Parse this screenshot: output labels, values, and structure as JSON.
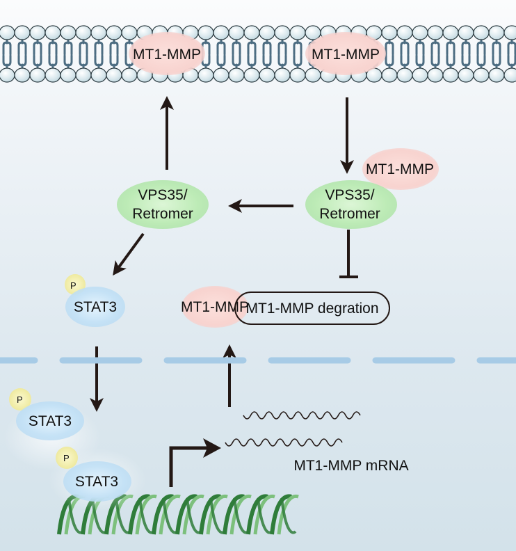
{
  "colors": {
    "background_top": "#fbfcfd",
    "background_bottom": "#d3e2ea",
    "lipid_head": "#dbe9ee",
    "lipid_tail": "#4d6d82",
    "mt1mmp_fill": "#f9d6d3",
    "vps35_fill": "#bdebb8",
    "stat3_fill": "#c7e3f6",
    "phospho_fill": "#f4f0a6",
    "nuclear_envelope": "#a7cbe6",
    "arrow": "#231815",
    "dna_dark": "#2f7d3a",
    "dna_light": "#7cc07c"
  },
  "membrane": {
    "proteins": [
      {
        "id": "mt1mmp-membrane-left",
        "label": "MT1-MMP"
      },
      {
        "id": "mt1mmp-membrane-right",
        "label": "MT1-MMP"
      }
    ]
  },
  "nodes": {
    "vps35_left": {
      "line1": "VPS35/",
      "line2": "Retromer"
    },
    "vps35_right": {
      "line1": "VPS35/",
      "line2": "Retromer"
    },
    "mt1mmp_bound": {
      "label": "MT1-MMP"
    },
    "stat3_cytoplasm": {
      "label": "STAT3",
      "phospho": "P"
    },
    "mt1mmp_cytoplasm": {
      "label": "MT1-MMP"
    },
    "degradation": {
      "label": "MT1-MMP degration"
    },
    "stat3_nuclear_1": {
      "label": "STAT3",
      "phospho": "P"
    },
    "stat3_nuclear_2": {
      "label": "STAT3",
      "phospho": "P"
    },
    "mrna": {
      "label": "MT1-MMP mRNA"
    }
  },
  "edges": [
    {
      "from": "mt1mmp-membrane-right",
      "to": "vps35_right",
      "type": "activation"
    },
    {
      "from": "vps35_right",
      "to": "vps35_left",
      "type": "activation"
    },
    {
      "from": "vps35_left",
      "to": "mt1mmp-membrane-left",
      "type": "activation"
    },
    {
      "from": "vps35_left",
      "to": "stat3_cytoplasm",
      "type": "activation"
    },
    {
      "from": "vps35_right",
      "to": "degradation",
      "type": "inhibition"
    },
    {
      "from": "stat3_cytoplasm",
      "to": "stat3_nuclear_1",
      "type": "activation"
    },
    {
      "from": "dna",
      "to": "mrna",
      "type": "transcription"
    },
    {
      "from": "mrna",
      "to": "mt1mmp_cytoplasm",
      "type": "activation"
    }
  ]
}
